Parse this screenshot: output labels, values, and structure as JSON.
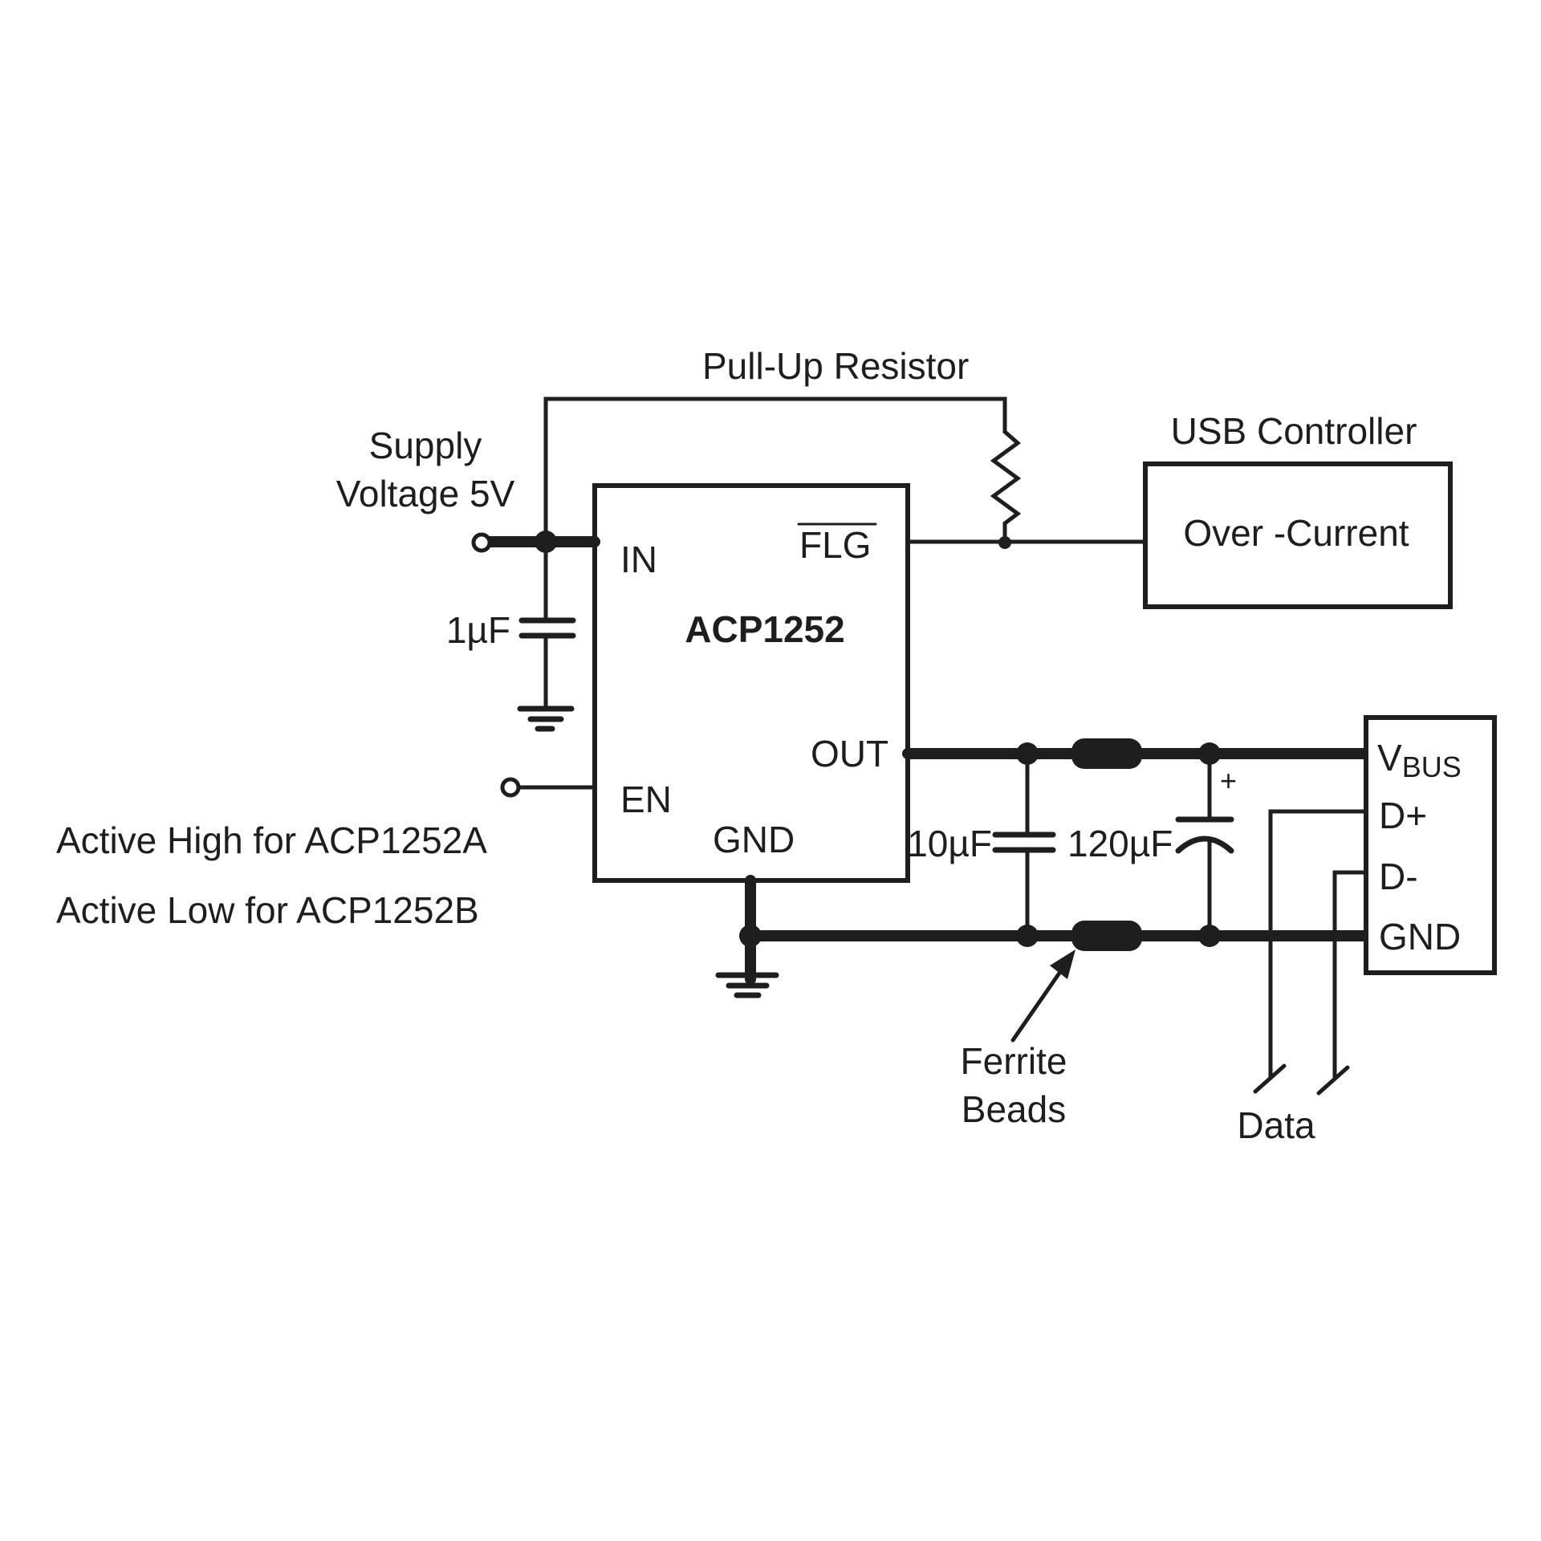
{
  "diagram": {
    "type": "circuit-schematic",
    "ic": {
      "part_number": "ACP1252",
      "pins": {
        "in": "IN",
        "flg": "FLG",
        "flg_active_low": true,
        "out": "OUT",
        "en": "EN",
        "gnd": "GND"
      }
    },
    "labels": {
      "supply_line1": "Supply",
      "supply_line2": "Voltage 5V",
      "pull_up_resistor": "Pull-Up Resistor",
      "usb_controller": "USB Controller",
      "over_current": "Over -Current",
      "en_note_a": "Active High for ACP1252A",
      "en_note_b": "Active Low for ACP1252B",
      "ferrite_line1": "Ferrite",
      "ferrite_line2": "Beads",
      "data": "Data"
    },
    "components": {
      "c_in": "1µF",
      "c_out1": "10µF",
      "c_out2": "120µF",
      "c_out2_polarity": "+"
    },
    "usb_port": {
      "vbus_main": "V",
      "vbus_sub": "BUS",
      "dplus": "D+",
      "dminus": "D-",
      "gnd": "GND"
    }
  }
}
